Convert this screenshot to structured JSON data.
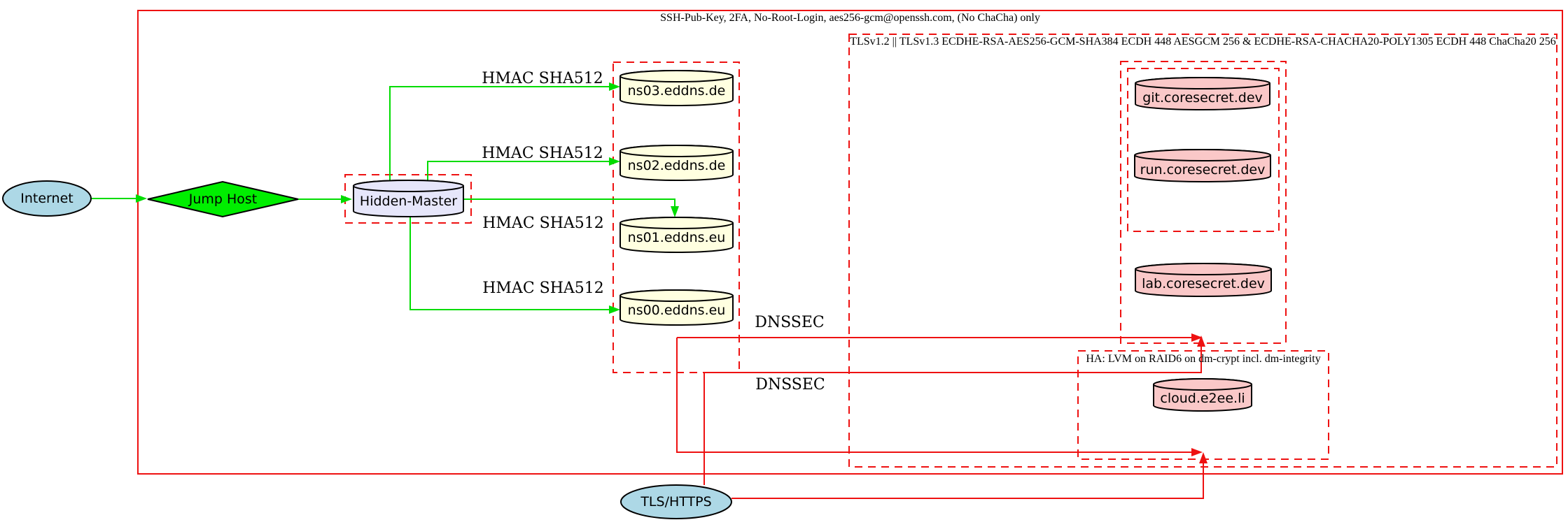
{
  "diagram": {
    "nodes": {
      "internet": "Internet",
      "jump_host": "Jump Host",
      "hidden_master": "Hidden-Master",
      "ns03": "ns03.eddns.de",
      "ns02": "ns02.eddns.de",
      "ns01": "ns01.eddns.eu",
      "ns00": "ns00.eddns.eu",
      "git": "git.coresecret.dev",
      "run": "run.coresecret.dev",
      "lab": "lab.coresecret.dev",
      "cloud": "cloud.e2ee.li",
      "tls_https": "TLS/HTTPS"
    },
    "clusters": {
      "ssh_label": "SSH-Pub-Key, 2FA, No-Root-Login, aes256-gcm@openssh.com, (No ChaCha) only",
      "tls_label": "TLSv1.2 || TLSv1.3 ECDHE-RSA-AES256-GCM-SHA384 ECDH 448 AESGCM 256 & ECDHE-RSA-CHACHA20-POLY1305 ECDH 448 ChaCha20 256",
      "ha_label": "HA: LVM on RAID6 on dm-crypt incl. dm-integrity"
    },
    "edge_labels": {
      "hmac_ns03": "HMAC SHA512",
      "hmac_ns02": "HMAC SHA512",
      "hmac_ns01": "HMAC SHA512",
      "hmac_ns00": "HMAC SHA512",
      "dnssec_1": "DNSSEC",
      "dnssec_2": "DNSSEC"
    },
    "edges": [
      {
        "from": "Internet",
        "to": "Jump Host",
        "color": "green"
      },
      {
        "from": "Jump Host",
        "to": "Hidden-Master",
        "color": "green"
      },
      {
        "from": "Hidden-Master",
        "to": "ns03.eddns.de",
        "label": "HMAC SHA512",
        "color": "green"
      },
      {
        "from": "Hidden-Master",
        "to": "ns02.eddns.de",
        "label": "HMAC SHA512",
        "color": "green"
      },
      {
        "from": "Hidden-Master",
        "to": "ns01.eddns.eu",
        "label": "HMAC SHA512",
        "color": "green"
      },
      {
        "from": "Hidden-Master",
        "to": "ns00.eddns.eu",
        "label": "HMAC SHA512",
        "color": "green"
      },
      {
        "from": "ns00.eddns.eu",
        "to": "coresecret-cluster",
        "label": "DNSSEC",
        "color": "red"
      },
      {
        "from": "ns00.eddns.eu",
        "to": "ha-cluster",
        "label": "DNSSEC",
        "color": "red"
      },
      {
        "from": "TLS/HTTPS",
        "to": "coresecret-cluster",
        "color": "red"
      },
      {
        "from": "TLS/HTTPS",
        "to": "ha-cluster",
        "color": "red"
      }
    ],
    "colors": {
      "edge_green": "#00dc00",
      "diamond_green": "#00ee00",
      "red": "#ee1111",
      "node_lightblue": "#add8e6",
      "node_lavender": "#e6e6fa",
      "node_lightyellow": "#ffffe0",
      "node_pink": "#fac8c8",
      "stroke_black": "#000000"
    }
  }
}
